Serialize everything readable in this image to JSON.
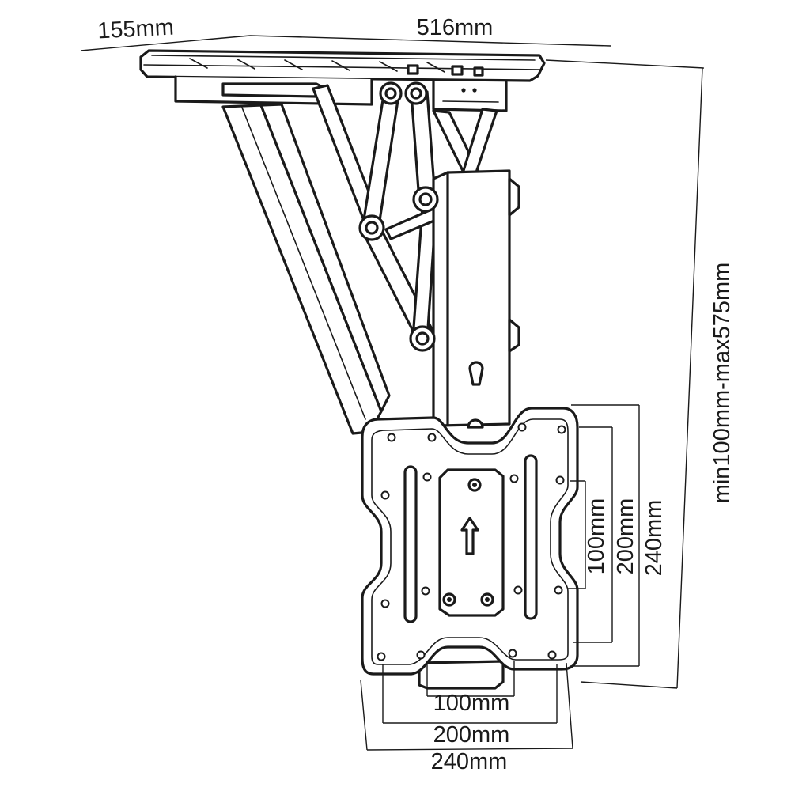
{
  "dimensions": {
    "plate_depth": "155mm",
    "plate_width": "516mm",
    "drop_range": "min100mm-max575mm",
    "vesa_small_h": "100mm",
    "vesa_medium_h": "200mm",
    "vesa_large_h": "240mm",
    "vesa_small_w": "100mm",
    "vesa_medium_w": "200mm",
    "vesa_large_w": "240mm"
  }
}
